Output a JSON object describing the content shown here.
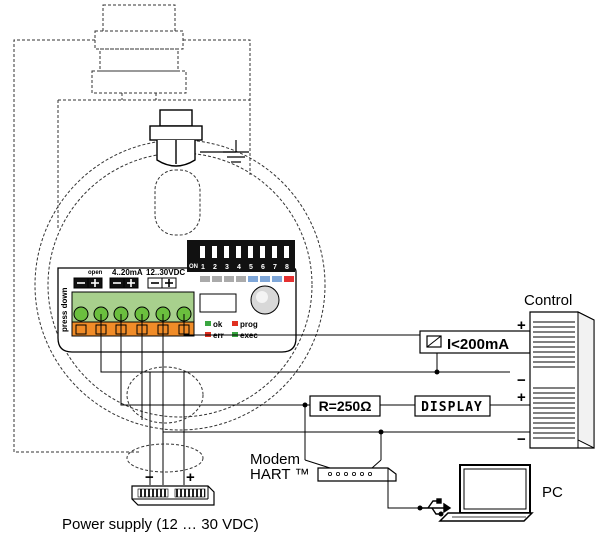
{
  "labels": {
    "control": "Control",
    "current_limit": "I<200mA",
    "resistor": "R=250Ω",
    "display": "DISPLAY",
    "modem_line1": "Modem",
    "modem_line2": "HART ™",
    "pc": "PC",
    "power_supply": "Power supply (12 … 30 VDC)",
    "control_plus_1": "+",
    "control_minus_1": "−",
    "control_plus_2": "+",
    "control_minus_2": "−",
    "psu_minus": "−",
    "psu_plus": "+"
  },
  "board": {
    "term_open": "open",
    "term_current": "4..20mA",
    "term_voltage": "12..30VDC",
    "press_down": "press down",
    "dip_on": "ON",
    "dip_numbers": [
      "1",
      "2",
      "3",
      "4",
      "5",
      "6",
      "7",
      "8"
    ],
    "led_ok": "ok",
    "led_err": "err",
    "led_prog": "prog",
    "led_exec": "exec"
  },
  "colors": {
    "terminal_green": "#a8d08d",
    "terminal_orange": "#f08c28",
    "screw_green": "#6bbf3e",
    "led_green": "#3aa640",
    "led_red": "#e03020",
    "dip_blue": "#7ea6d8",
    "dip_red": "#e53030"
  }
}
